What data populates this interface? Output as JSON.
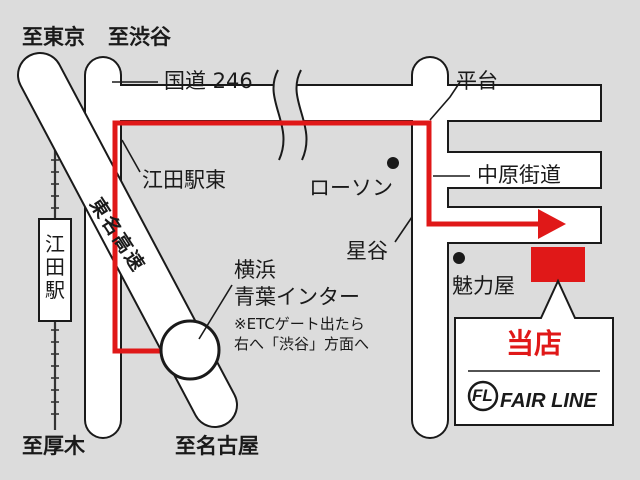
{
  "labels": {
    "to_tokyo": "至東京",
    "to_shibuya": "至渋谷",
    "route246": "国道 246",
    "hiradai": "平台",
    "eda_east": "江田駅東",
    "lawson": "ローソン",
    "nakahara": "中原街道",
    "hoshiya": "星谷",
    "miryokuya": "魅力屋",
    "yokohama": "横浜",
    "aoba_ic": "青葉インター",
    "etc_note_1": "※ETCゲート出たら",
    "etc_note_2": "右へ「渋谷」方面へ",
    "to_atsugi": "至厚木",
    "to_nagoya": "至名古屋"
  },
  "station_chars": [
    "江",
    "田",
    "駅"
  ],
  "expressway_chars": "東名高速",
  "shop": {
    "title": "当店",
    "logo_mark": "FL",
    "logo_text": "FAIR LINE"
  },
  "colors": {
    "background": "#dcdcdc",
    "road": "#ffffff",
    "route": "#e01818",
    "ink": "#1a1a1a"
  }
}
